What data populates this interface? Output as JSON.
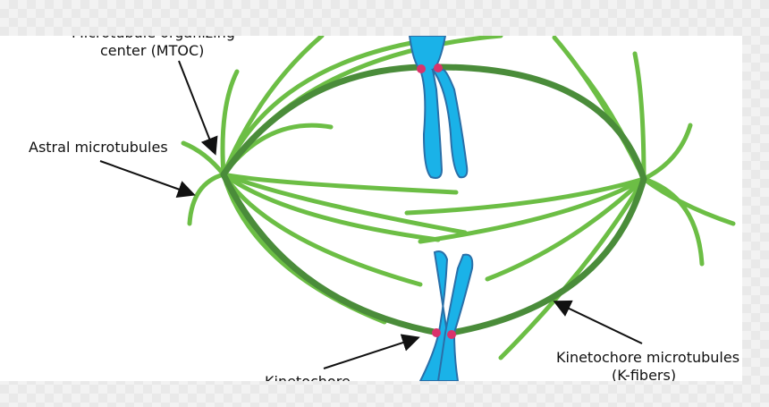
{
  "labels": {
    "mtoc_line1": "Microtubule organizing",
    "mtoc_line2": "center (MTOC)",
    "astral": "Astral microtubules",
    "kinetochore": "Kinetochore",
    "kfibers_line1": "Kinetochore microtubules",
    "kfibers_line2": "(K-fibers)"
  },
  "colors": {
    "spindle_dark": "#4a8c3a",
    "spindle_light": "#6cbe45",
    "chromosome": "#1ab2e8",
    "chromosome_stroke": "#2a6fa8",
    "kinetochore": "#d9336b",
    "arrow": "#111111"
  }
}
